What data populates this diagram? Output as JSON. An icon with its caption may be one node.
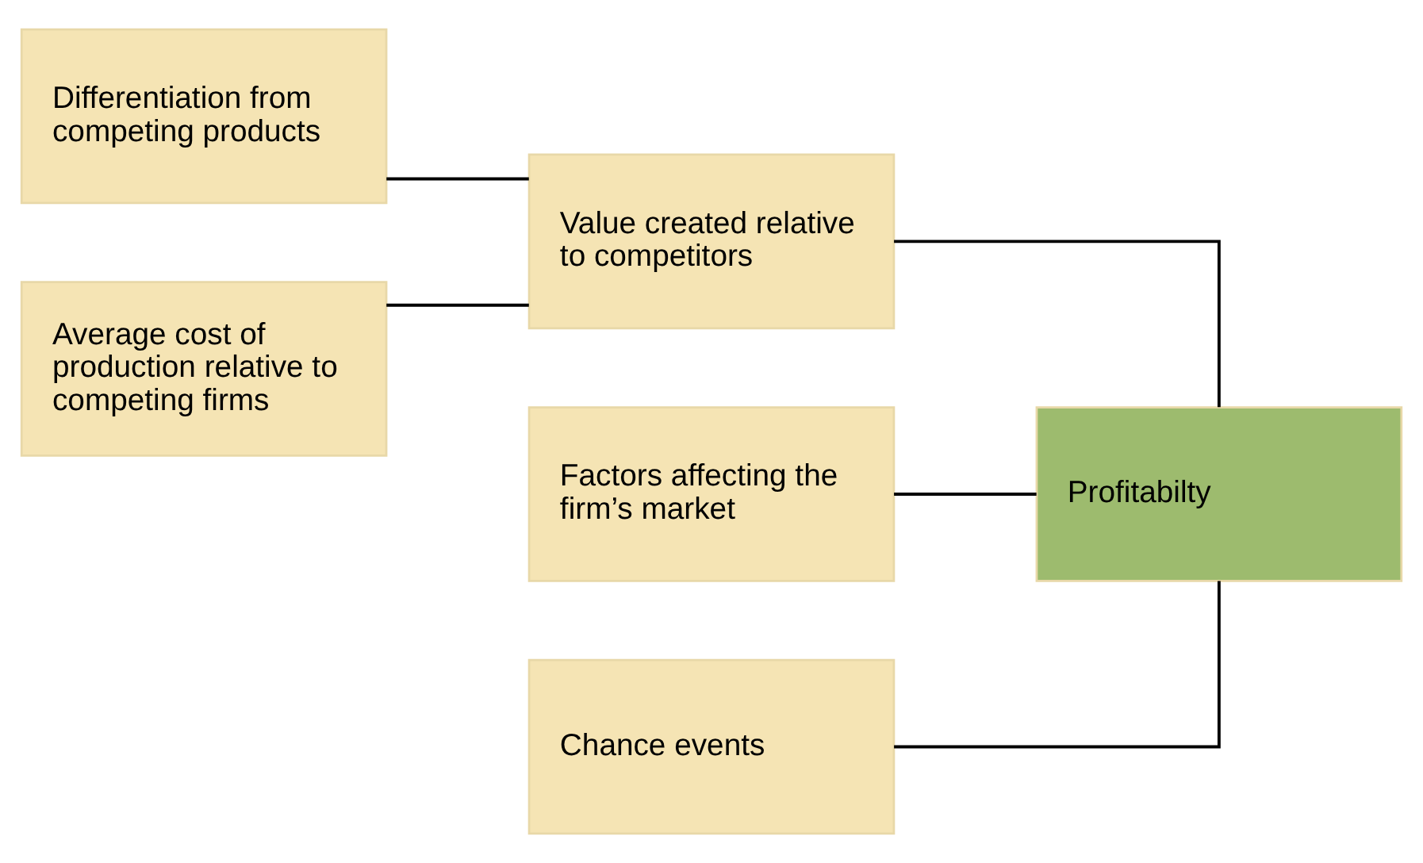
{
  "diagram": {
    "nodes": [
      {
        "text": [
          "Differentiation from competing products"
        ]
      },
      {
        "text": [
          "Factors affecting the firm’s market"
        ]
      },
      {
        "text": [
          "Value created relative to competitors"
        ]
      },
      {
        "text": [
          "Profitabilty"
        ]
      },
      {
        "text": [
          "Average cost of production relative to competing firms"
        ]
      },
      {
        "text": [
          "Chance events"
        ]
      }
    ],
    "edges": [
      {
        "from": 0,
        "to": 2,
        "arrow": "none"
      },
      {
        "from": 4,
        "to": 2,
        "arrow": "none"
      },
      {
        "from": 1,
        "to": 3,
        "arrow": "none"
      },
      {
        "from": 2,
        "to": 3,
        "arrow": "none"
      },
      {
        "from": 5,
        "to": 3,
        "arrow": "none"
      }
    ]
  }
}
